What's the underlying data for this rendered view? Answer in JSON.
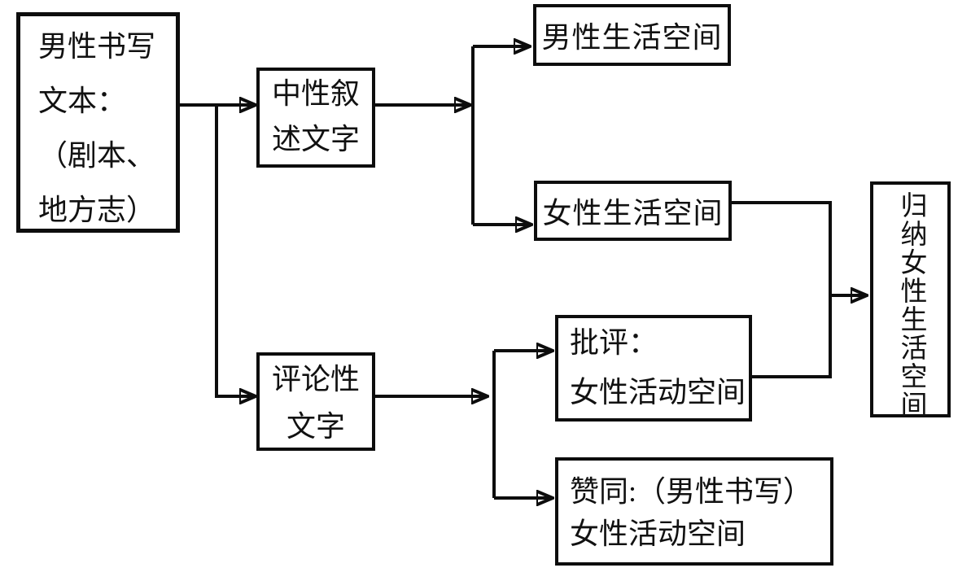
{
  "diagram": {
    "colors": {
      "background": "#ffffff",
      "line": "#0d0d0d",
      "box_border": "#0d0d0d",
      "text": "#111111"
    },
    "nodes": {
      "source": {
        "lines": [
          "男性书写",
          "文本：",
          "（剧本、",
          "地方志）"
        ]
      },
      "neutral": {
        "lines": [
          "中性叙",
          "述文字"
        ]
      },
      "commentary": {
        "lines": [
          "评论性",
          "文字"
        ]
      },
      "male_space": {
        "lines": [
          "男性生活空间"
        ]
      },
      "female_space": {
        "lines": [
          "女性生活空间"
        ]
      },
      "criticism": {
        "lines": [
          "批评：",
          "女性活动空间"
        ]
      },
      "approval": {
        "lines": [
          "赞同:（男性书写）",
          "女性活动空间"
        ]
      },
      "summary": {
        "text": "归纳女性生活空间",
        "orientation": "vertical"
      }
    },
    "edges": [
      {
        "from": "source",
        "to": "neutral"
      },
      {
        "from": "source",
        "to": "commentary"
      },
      {
        "from": "neutral",
        "to": "male_space"
      },
      {
        "from": "neutral",
        "to": "female_space"
      },
      {
        "from": "commentary",
        "to": "criticism"
      },
      {
        "from": "commentary",
        "to": "approval"
      },
      {
        "from": "female_space",
        "to": "summary"
      },
      {
        "from": "criticism",
        "to": "summary"
      }
    ]
  }
}
